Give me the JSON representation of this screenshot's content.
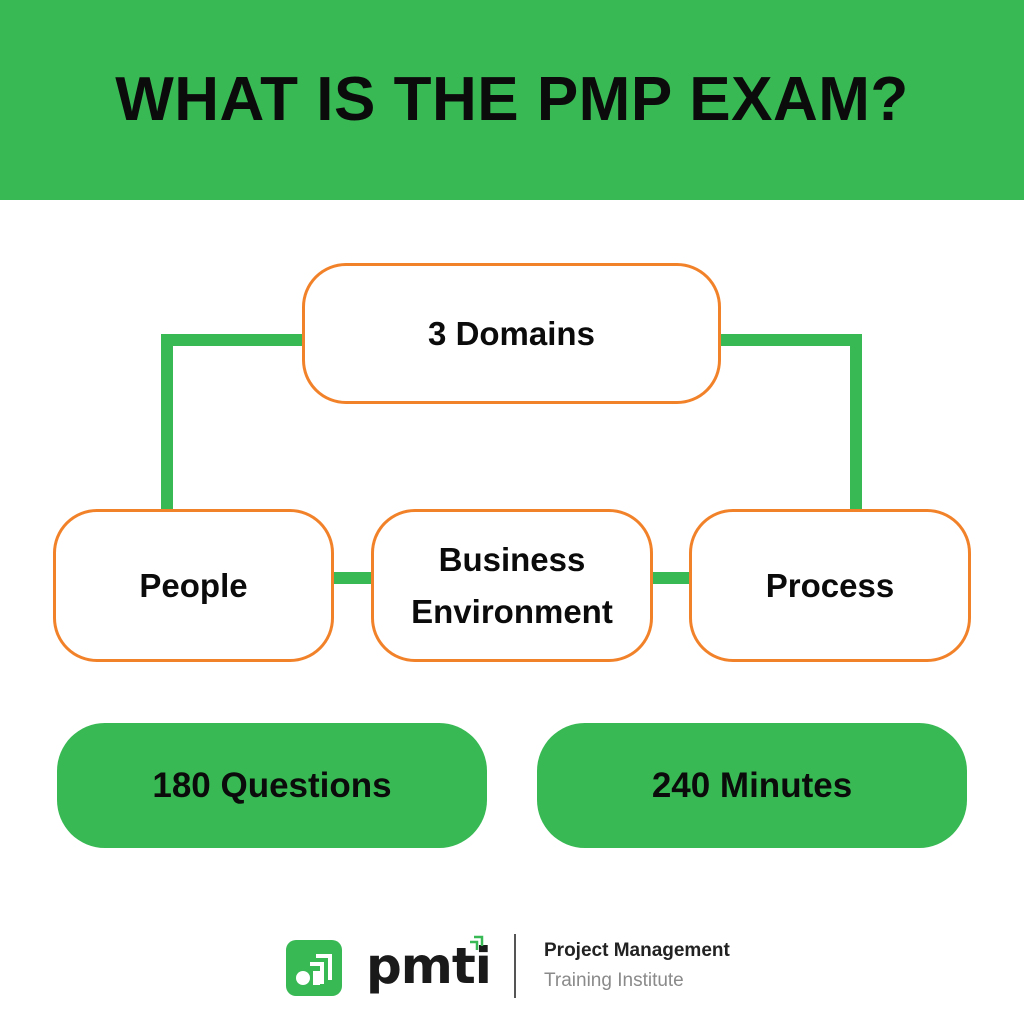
{
  "header": {
    "title": "WHAT IS THE PMP EXAM?"
  },
  "diagram": {
    "root": "3 Domains",
    "children": [
      "People",
      "Business\nEnvironment",
      "Process"
    ]
  },
  "facts": {
    "questions": "180 Questions",
    "duration": "240 Minutes"
  },
  "footer": {
    "brand": "pmti",
    "line1": "Project Management",
    "line2": "Training Institute"
  },
  "colors": {
    "green": "#38b954",
    "orange": "#f2822a",
    "text": "#0b0b0b"
  }
}
